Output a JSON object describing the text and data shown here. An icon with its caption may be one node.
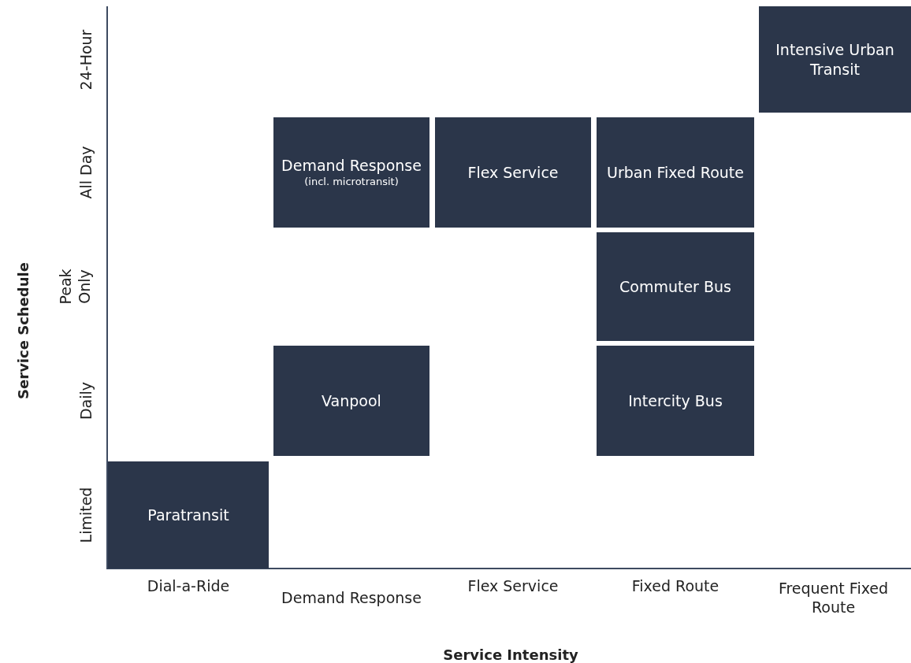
{
  "diagram": {
    "nodes": [
      {
        "text": [
          "Intensive Urban Transit"
        ]
      },
      {
        "text": [
          "Demand Response",
          "(incl. microtransit)"
        ]
      },
      {
        "text": [
          "Flex Service"
        ]
      },
      {
        "text": [
          "Urban Fixed Route"
        ]
      },
      {
        "text": [
          "Commuter Bus"
        ]
      },
      {
        "text": [
          "Vanpool"
        ]
      },
      {
        "text": [
          "Intercity Bus"
        ]
      },
      {
        "text": [
          "Paratransit"
        ]
      }
    ],
    "labels": [
      "Service Schedule",
      "24-Hour",
      "All Day",
      "Peak Only",
      "Daily",
      "Limited",
      "Dial-a-Ride",
      "Demand Response",
      "Flex Service",
      "Fixed Route",
      "Frequent Fixed Route",
      "Service Intensity"
    ]
  }
}
